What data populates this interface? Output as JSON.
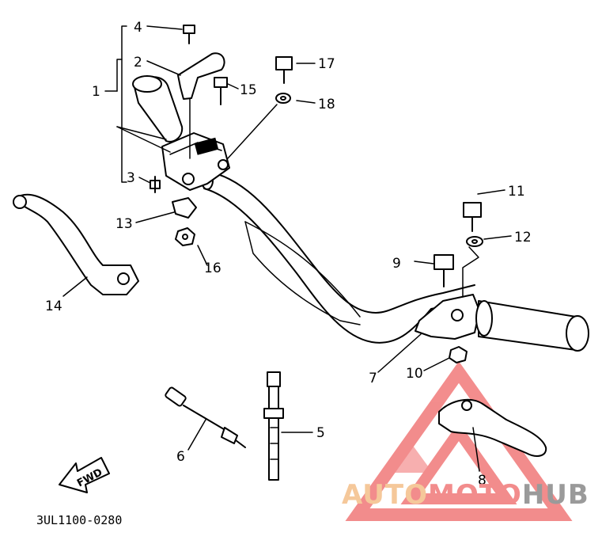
{
  "labels": {
    "n1": "1",
    "n2": "2",
    "n3": "3",
    "n4": "4",
    "n5": "5",
    "n6": "6",
    "n7": "7",
    "n8": "8",
    "n9": "9",
    "n10": "10",
    "n11": "11",
    "n12": "12",
    "n13": "13",
    "n14": "14",
    "n15": "15",
    "n16": "16",
    "n17": "17",
    "n18": "18"
  },
  "fwd_arrow": "FWD",
  "diagram_code": "3UL1100-0280",
  "watermark": {
    "part1": "AUTO",
    "part2": "MOTO",
    "part3": "HUB",
    "color1": "#f5c89a",
    "color2": "#f28c8c",
    "color3": "#b0b0b0",
    "logo_color": "#f07070"
  }
}
